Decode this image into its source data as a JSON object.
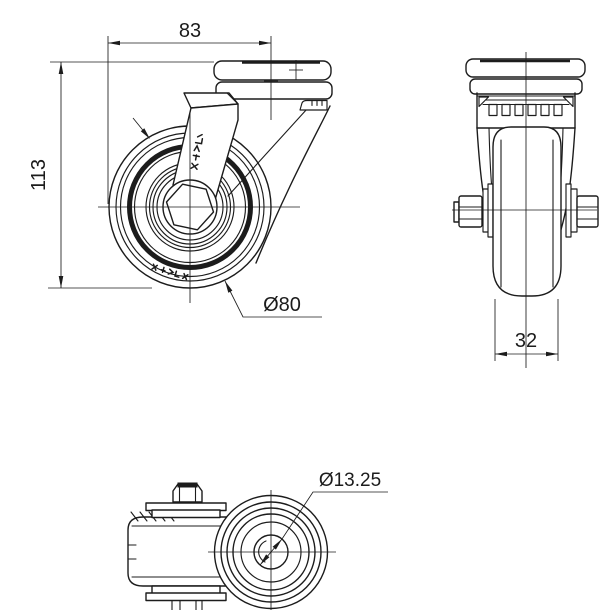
{
  "canvas": {
    "background": "#ffffff",
    "line_color": "#1c1c1c"
  },
  "dimensions": {
    "mount_width": "83",
    "overall_height": "113",
    "wheel_diameter": "Ø80",
    "wheel_width": "32",
    "bolt_hole_diameter": "Ø13.25"
  }
}
